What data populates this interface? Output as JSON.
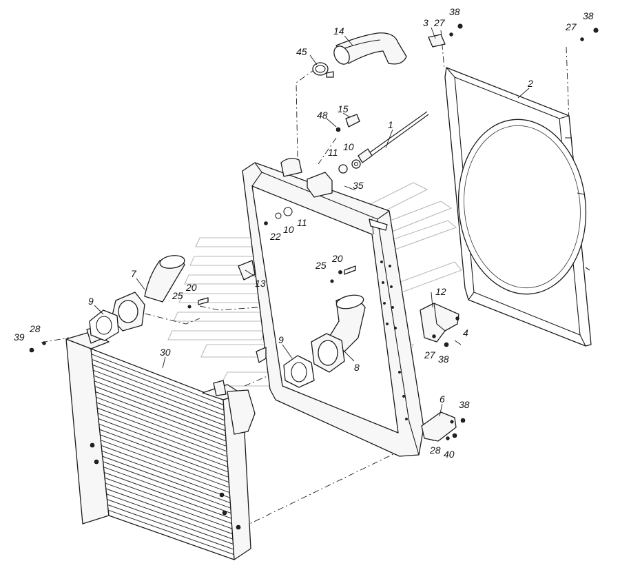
{
  "diagram": {
    "callouts": [
      "1",
      "2",
      "3",
      "4",
      "6",
      "7",
      "8",
      "9",
      "9",
      "10",
      "10",
      "11",
      "11",
      "12",
      "13",
      "14",
      "15",
      "20",
      "20",
      "22",
      "25",
      "25",
      "27",
      "27",
      "27",
      "28",
      "28",
      "30",
      "35",
      "38",
      "38",
      "38",
      "38",
      "39",
      "40",
      "45",
      "48"
    ],
    "parts": {
      "p1": "1",
      "p2": "2",
      "p3": "3",
      "p4": "4",
      "p6": "6",
      "p7": "7",
      "p8": "8",
      "p9a": "9",
      "p9b": "9",
      "p10a": "10",
      "p10b": "10",
      "p11a": "11",
      "p11b": "11",
      "p12": "12",
      "p13": "13",
      "p14": "14",
      "p15": "15",
      "p20a": "20",
      "p20b": "20",
      "p22": "22",
      "p25a": "25",
      "p25b": "25",
      "p27a": "27",
      "p27b": "27",
      "p27c": "27",
      "p28a": "28",
      "p28b": "28",
      "p30": "30",
      "p35": "35",
      "p38a": "38",
      "p38b": "38",
      "p38c": "38",
      "p38d": "38",
      "p39": "39",
      "p40": "40",
      "p45": "45",
      "p48": "48"
    },
    "colors": {
      "line": "#1a1a1a",
      "fill": "#f7f7f7",
      "watermark": "#b9b9b9"
    }
  }
}
